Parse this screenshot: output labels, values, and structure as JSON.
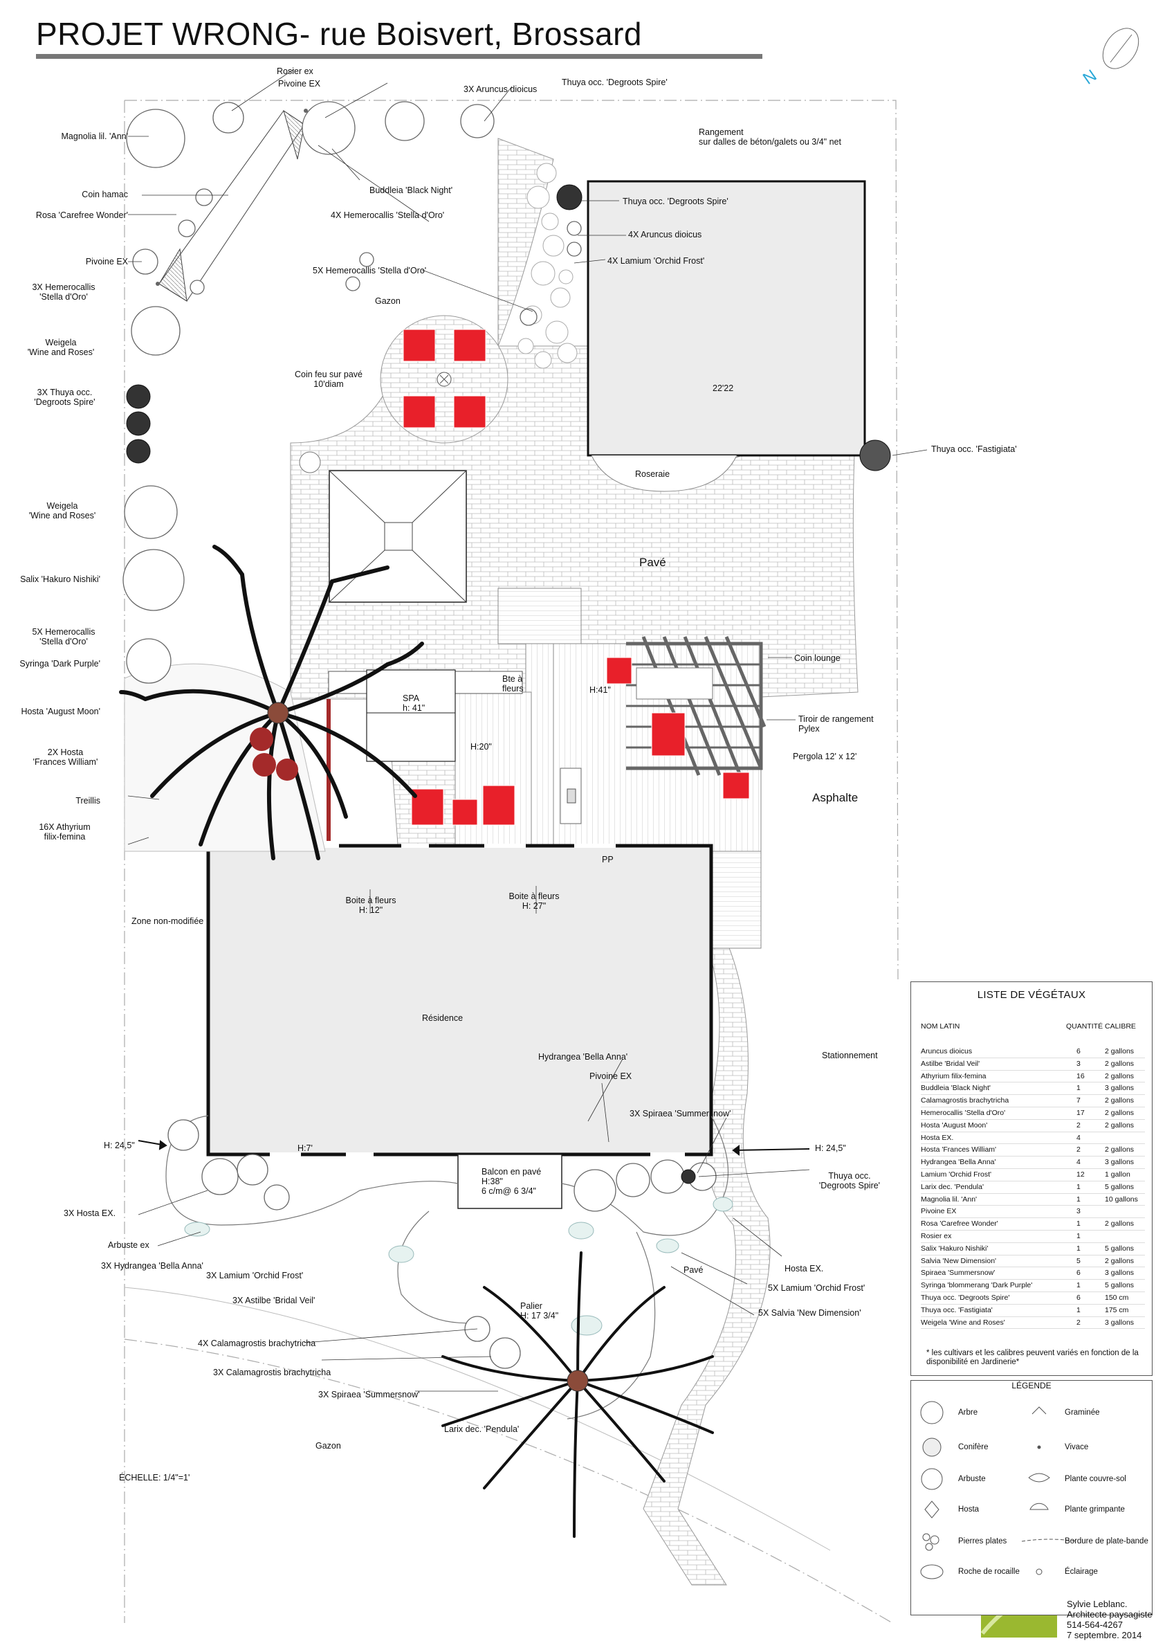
{
  "title": "PROJET  WRONG- rue Boisvert, Brossard",
  "compass": "N",
  "labels": {
    "rosier_ex_top": "Rosier ex",
    "pivoine_ex_top": "Pivoine EX",
    "aruncus_top": "3X Aruncus dioicus",
    "thuya_top": "Thuya occ. 'Degroots Spire'",
    "magnolia": "Magnolia lil. 'Ann'",
    "coin_hamac": "Coin hamac",
    "rosa": "Rosa 'Carefree Wonder'",
    "pivoine_ex_left": "Pivoine EX",
    "hemero_3x": "3X Hemerocallis\n'Stella d'Oro'",
    "buddleia": "Buddleia 'Black Night'",
    "hemero_4x": "4X Hemerocallis 'Stella d'Oro'",
    "rangement": "Rangement\nsur dalles de béton/galets ou 3/4\" net",
    "thuya_garage": "Thuya occ. 'Degroots Spire'",
    "aruncus_4x": "4X Aruncus dioicus",
    "lamium_4x": "4X Lamium 'Orchid Frost'",
    "hemero_5x_top": "5X Hemerocallis 'Stella d'Oro'",
    "gazon_top": "Gazon",
    "weigela_1": "Weigela\n'Wine and Roses'",
    "coin_feu": "Coin feu sur pavé\n10'diam",
    "garage_size": "22'22",
    "thuya_3x": "3X Thuya occ.\n'Degroots Spire'",
    "thuya_fastigiata": "Thuya occ. 'Fastigiata'",
    "roseraie": "Roseraie",
    "weigela_2": "Weigela\n'Wine and Roses'",
    "pave_main": "Pavé",
    "salix": "Salix 'Hakuro Nishiki'",
    "hemero_5x_left": "5X Hemerocallis\n'Stella d'Oro'",
    "syringa": "Syringa  'Dark Purple'",
    "coin_lounge": "Coin lounge",
    "bte_fleurs": "Bte à\nfleurs",
    "spa": "SPA\nh: 41\"",
    "h41": "H:41\"",
    "tiroir": "Tiroir de rangement\nPylex",
    "hosta_aug": "Hosta 'August Moon'",
    "h20": "H:20\"",
    "pergola": "Pergola 12' x 12'",
    "hosta_fw": "2X Hosta\n'Frances William'",
    "asphalte": "Asphalte",
    "treillis": "Treillis",
    "athyrium": "16X Athyrium\nfilix-femina",
    "pp": "PP",
    "boite_12": "Boite à fleurs\nH: 12\"",
    "boite_27": "Boite à fleurs\nH: 27\"",
    "zone_nm": "Zone non-modifiée",
    "residence": "Résidence",
    "stationnement": "Stationnement",
    "hydrangea_ba": "Hydrangea 'Bella Anna'",
    "pivoine_ex_front": "Pivoine EX",
    "spiraea_3x": "3X Spiraea 'Summersnow'",
    "h245_left": "H: 24,5\"",
    "h245_right": "H: 24,5\"",
    "h7": "H:7'",
    "balcon": "Balcon en pavé\nH:38\"\n6 c/m@ 6 3/4\"",
    "thuya_front": "Thuya occ.\n'Degroots Spire'",
    "hosta_3x": "3X Hosta EX.",
    "arbuste_ex": "Arbuste ex",
    "hydrangea_3x": "3X Hydrangea 'Bella Anna'",
    "lamium_3x": "3X Lamium 'Orchid Frost'",
    "astilbe_3x": "3X Astilbe 'Bridal Veil'",
    "pave_front": "Pavé",
    "hosta_ex_front": "Hosta EX.",
    "lamium_5x": "5X Lamium 'Orchid Frost'",
    "salvia_5x": "5X Salvia 'New Dimension'",
    "palier": "Palier\nH: 17 3/4\"",
    "calam_4x": "4X Calamagrostis brachytricha",
    "calam_3x": "3X Calamagrostis brachytricha",
    "spiraea_3x_b": "3X Spiraea 'Summersnow'",
    "larix": "Larix dec. 'Pendula'",
    "gazon_bottom": "Gazon",
    "echelle": "ÉCHELLE: 1/4\"=1'"
  },
  "plant_list": {
    "title": "LISTE DE VÉGÉTAUX",
    "headers": [
      "NOM LATIN",
      "QUANTITÉ",
      "CALIBRE"
    ],
    "rows": [
      [
        "Aruncus dioicus",
        "6",
        "2 gallons"
      ],
      [
        "Astilbe 'Bridal Veil'",
        "3",
        "2 gallons"
      ],
      [
        "Athyrium filix-femina",
        "16",
        "2 gallons"
      ],
      [
        "Buddleia 'Black Night'",
        "1",
        "3 gallons"
      ],
      [
        "Calamagrostis brachytricha",
        "7",
        "2 gallons"
      ],
      [
        "Hemerocallis 'Stella d'Oro'",
        "17",
        "2 gallons"
      ],
      [
        "Hosta 'August Moon'",
        "2",
        "2 gallons"
      ],
      [
        "Hosta EX.",
        "4",
        ""
      ],
      [
        "Hosta 'Frances William'",
        "2",
        "2 gallons"
      ],
      [
        "Hydrangea 'Bella Anna'",
        "4",
        "3 gallons"
      ],
      [
        "Lamium 'Orchid Frost'",
        "12",
        "1 gallon"
      ],
      [
        "Larix dec. 'Pendula'",
        "1",
        "5 gallons"
      ],
      [
        "Magnolia lil. 'Ann'",
        "1",
        "10 gallons"
      ],
      [
        "Pivoine EX",
        "3",
        ""
      ],
      [
        "Rosa 'Carefree Wonder'",
        "1",
        "2 gallons"
      ],
      [
        "Rosier ex",
        "1",
        ""
      ],
      [
        "Salix 'Hakuro Nishiki'",
        "1",
        "5 gallons"
      ],
      [
        "Salvia 'New Dimension'",
        "5",
        "2 gallons"
      ],
      [
        "Spiraea 'Summersnow'",
        "6",
        "3 gallons"
      ],
      [
        "Syringa 'blommerang 'Dark Purple'",
        "1",
        "5 gallons"
      ],
      [
        "Thuya occ. 'Degroots Spire'",
        "6",
        "150 cm"
      ],
      [
        "Thuya occ. 'Fastigiata'",
        "1",
        "175 cm"
      ],
      [
        "Weigela 'Wine and Roses'",
        "2",
        "3 gallons"
      ]
    ],
    "note": "* les cultivars et les calibres peuvent variés en fonction de la disponibilité en Jardinerie*"
  },
  "legend": {
    "title": "LÉGENDE",
    "items": [
      "Arbre",
      "Graminée",
      "Conifère",
      "Vivace",
      "Arbuste",
      "Plante couvre-sol",
      "Hosta",
      "Plante grimpante",
      "Pierres plates",
      "Bordure de plate-bande",
      "Roche de rocaille",
      "Éclairage"
    ]
  },
  "author": {
    "name": "Sylvie Leblanc.",
    "role": "Architecte paysagiste",
    "phone": "514-564-4267",
    "date": "7 septembre. 2014"
  },
  "colors": {
    "furniture_red": "#e8202a",
    "tree_trunk": "#8b4b3a",
    "canopy_red": "#a42a2a",
    "roof_gray": "#ececec",
    "compass_blue": "#2aa8d8",
    "logo_green": "#9ab830"
  }
}
